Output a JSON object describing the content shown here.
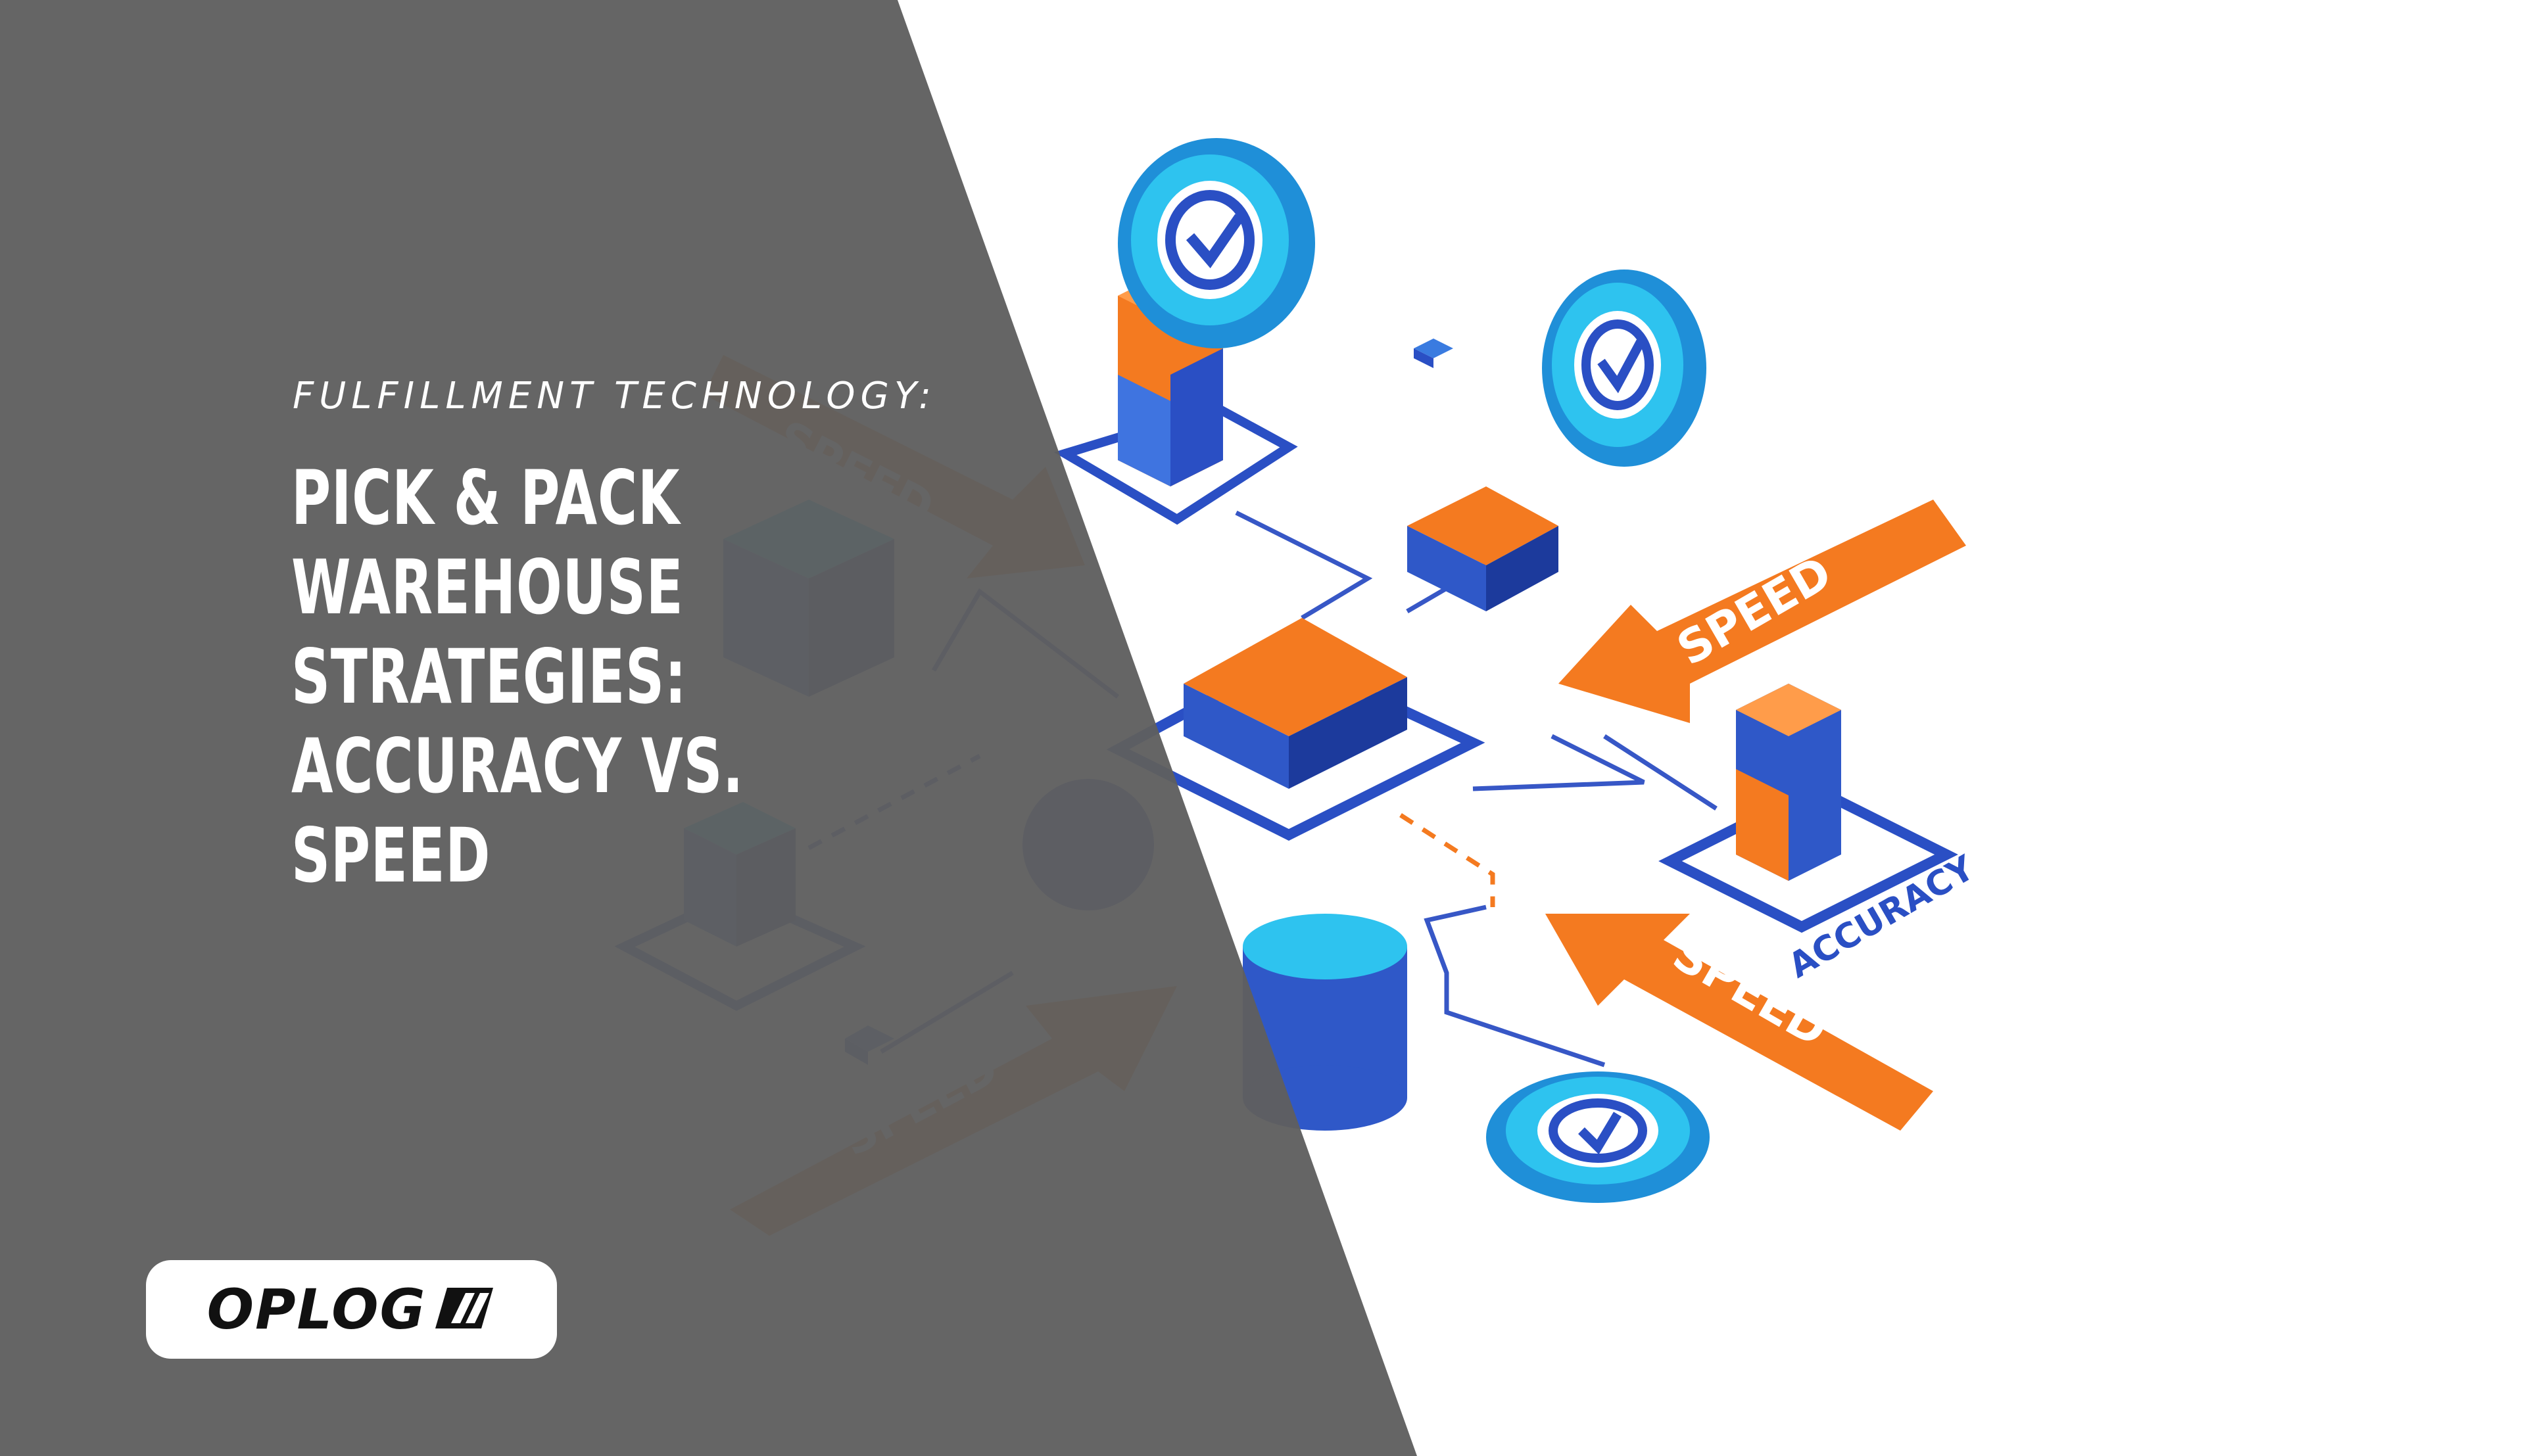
{
  "header": {
    "eyebrow": "FULFILLMENT TECHNOLOGY:",
    "headline_lines": [
      "PICK & PACK",
      "WAREHOUSE",
      "STRATEGIES:",
      "ACCURACY VS.",
      "SPEED"
    ]
  },
  "brand": {
    "logo_text": "OPLOG",
    "logo_mark_icon": "diagonal-stripes-icon"
  },
  "illustration": {
    "arrow_labels": [
      "SPEED",
      "SPEED",
      "SPEED",
      "SPEED"
    ],
    "platform_label": "ACCURACY"
  },
  "colors": {
    "overlay": "#5f5f5f",
    "orange": "#f47a20",
    "blue": "#2f58c8",
    "cyan": "#2ec3ef",
    "navy": "#1c3a9c"
  }
}
